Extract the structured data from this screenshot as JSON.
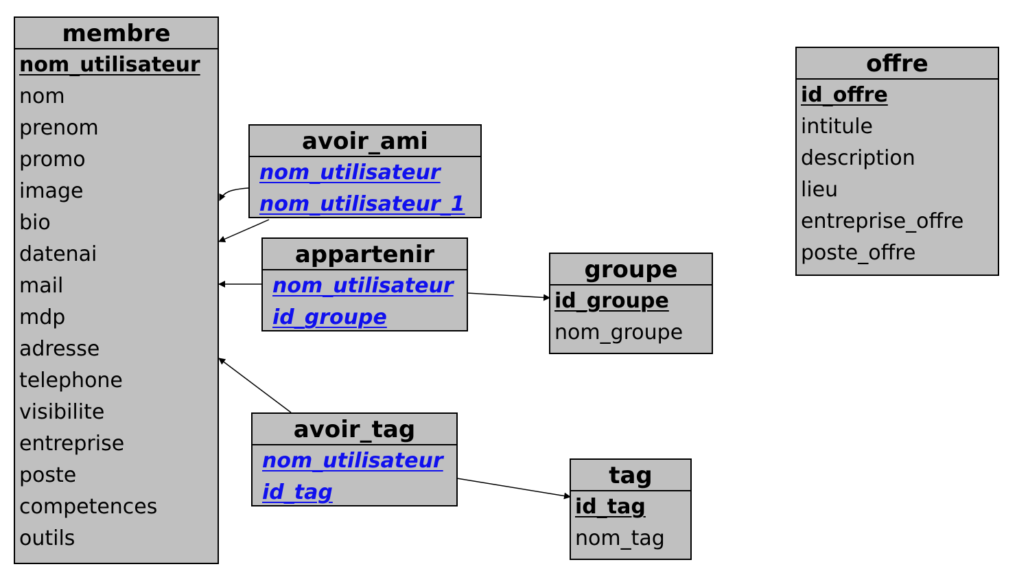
{
  "entities": {
    "membre": {
      "title": "membre",
      "attributes": [
        {
          "name": "nom_utilisateur",
          "kind": "pk"
        },
        {
          "name": "nom",
          "kind": "plain"
        },
        {
          "name": "prenom",
          "kind": "plain"
        },
        {
          "name": "promo",
          "kind": "plain"
        },
        {
          "name": "image",
          "kind": "plain"
        },
        {
          "name": "bio",
          "kind": "plain"
        },
        {
          "name": "datenai",
          "kind": "plain"
        },
        {
          "name": "mail",
          "kind": "plain"
        },
        {
          "name": "mdp",
          "kind": "plain"
        },
        {
          "name": "adresse",
          "kind": "plain"
        },
        {
          "name": "telephone",
          "kind": "plain"
        },
        {
          "name": "visibilite",
          "kind": "plain"
        },
        {
          "name": "entreprise",
          "kind": "plain"
        },
        {
          "name": "poste",
          "kind": "plain"
        },
        {
          "name": "competences",
          "kind": "plain"
        },
        {
          "name": "outils",
          "kind": "plain"
        }
      ]
    },
    "avoir_ami": {
      "title": "avoir_ami",
      "attributes": [
        {
          "name": "nom_utilisateur",
          "kind": "fk"
        },
        {
          "name": "nom_utilisateur_1",
          "kind": "fk"
        }
      ]
    },
    "appartenir": {
      "title": "appartenir",
      "attributes": [
        {
          "name": "nom_utilisateur",
          "kind": "fk"
        },
        {
          "name": "id_groupe",
          "kind": "fk"
        }
      ]
    },
    "groupe": {
      "title": "groupe",
      "attributes": [
        {
          "name": "id_groupe",
          "kind": "pk"
        },
        {
          "name": "nom_groupe",
          "kind": "plain"
        }
      ]
    },
    "avoir_tag": {
      "title": "avoir_tag",
      "attributes": [
        {
          "name": "nom_utilisateur",
          "kind": "fk"
        },
        {
          "name": "id_tag",
          "kind": "fk"
        }
      ]
    },
    "tag": {
      "title": "tag",
      "attributes": [
        {
          "name": "id_tag",
          "kind": "pk"
        },
        {
          "name": "nom_tag",
          "kind": "plain"
        }
      ]
    },
    "offre": {
      "title": "offre",
      "attributes": [
        {
          "name": "id_offre",
          "kind": "pk"
        },
        {
          "name": "intitule",
          "kind": "plain"
        },
        {
          "name": "description",
          "kind": "plain"
        },
        {
          "name": "lieu",
          "kind": "plain"
        },
        {
          "name": "entreprise_offre",
          "kind": "plain"
        },
        {
          "name": "poste_offre",
          "kind": "plain"
        }
      ]
    }
  },
  "links": [
    {
      "from": "avoir_ami.nom_utilisateur",
      "to": "membre"
    },
    {
      "from": "avoir_ami.nom_utilisateur_1",
      "to": "membre"
    },
    {
      "from": "appartenir.nom_utilisateur",
      "to": "membre"
    },
    {
      "from": "appartenir.id_groupe",
      "to": "groupe"
    },
    {
      "from": "avoir_tag.nom_utilisateur",
      "to": "membre"
    },
    {
      "from": "avoir_tag.id_tag",
      "to": "tag"
    }
  ],
  "colors": {
    "box_fill": "#c0c0c0",
    "foreign_key_text": "#1010ee",
    "line": "#000000"
  }
}
